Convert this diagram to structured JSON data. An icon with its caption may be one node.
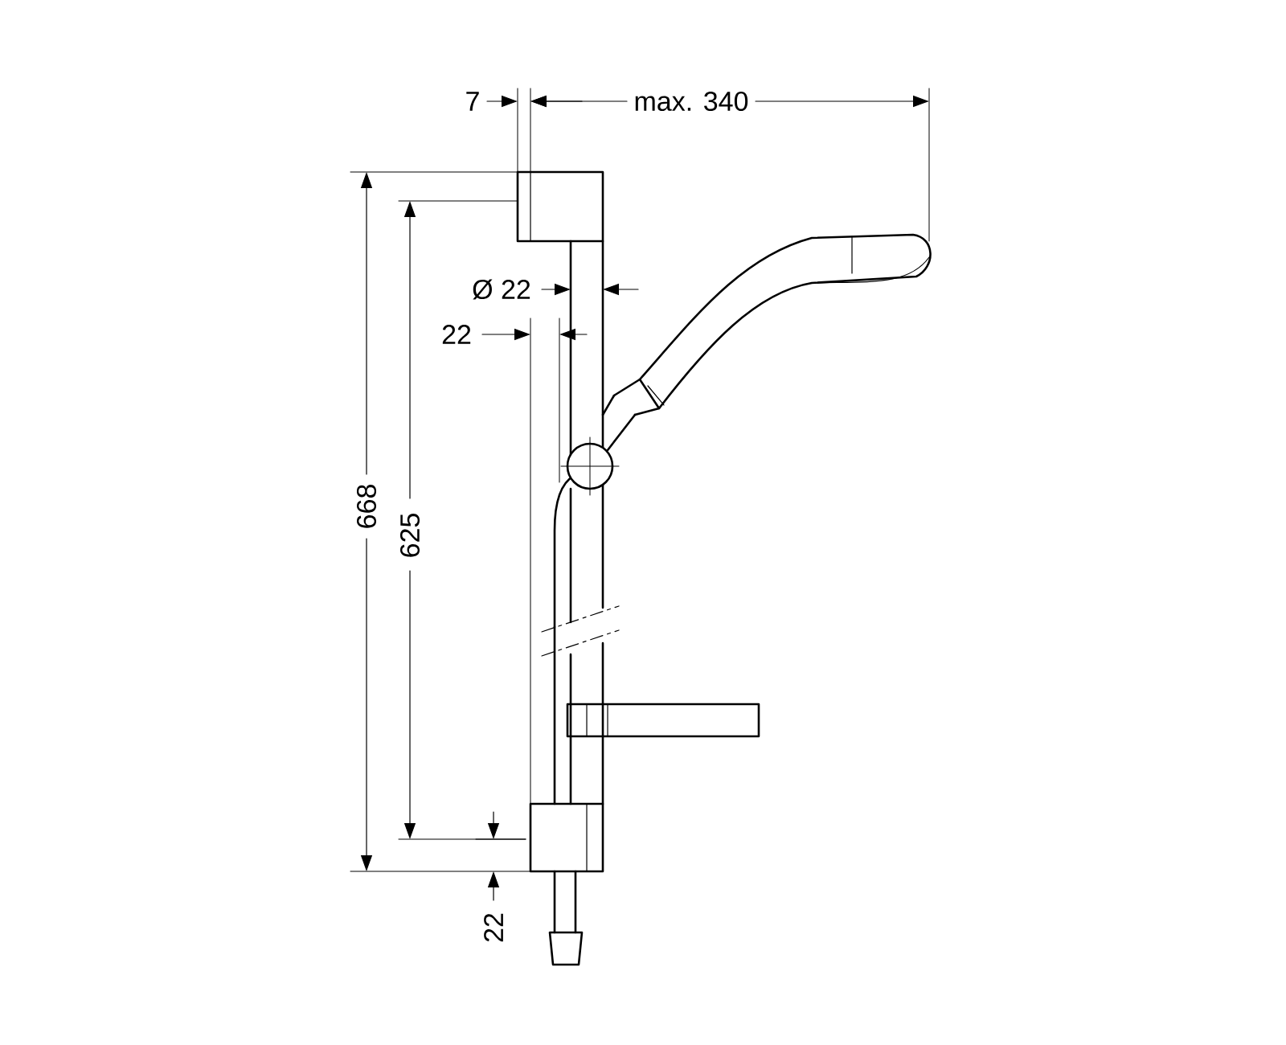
{
  "diagram": {
    "labels": [
      "7",
      "max. 340",
      "Ø 22",
      "22",
      "668",
      "625",
      "22"
    ]
  }
}
